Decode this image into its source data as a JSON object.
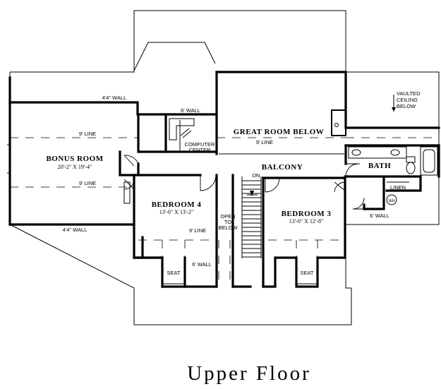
{
  "rooms": {
    "bonus": {
      "name": "BONUS ROOM",
      "size": "20'-2\" X 19'-4\""
    },
    "great_room": {
      "name": "GREAT ROOM BELOW"
    },
    "balcony": {
      "name": "BALCONY"
    },
    "bath": {
      "name": "BATH"
    },
    "bedroom4": {
      "name": "BEDROOM 4",
      "size": "13'-0\" X 13'-2\""
    },
    "bedroom3": {
      "name": "BEDROOM 3",
      "size": "13'-0\" X 12'-8\""
    }
  },
  "notes": {
    "wall_44_top": "4'4\" WALL",
    "wall_44_bottom": "4'4\" WALL",
    "wall_6_top": "6' WALL",
    "wall_6_bed4": "6' WALL",
    "wall_6_bed3": "6' WALL",
    "line_9_bonus_top": "9' LINE",
    "line_9_bonus_mid": "9' LINE",
    "line_9_great": "9' LINE",
    "line_9_bed4": "9' LINE",
    "computer_1": "COMPUTER",
    "computer_2": "CENTER",
    "vaulted_1": "VAULTED",
    "vaulted_2": "CEILING",
    "vaulted_3": "BELOW",
    "open_1": "OPEN",
    "open_2": "TO",
    "open_3": "BELOW",
    "stair_dn": "DN",
    "linen": "LINEN",
    "wh": "WH",
    "seat_left": "SEAT",
    "seat_right": "SEAT"
  },
  "caption": "Upper Floor"
}
